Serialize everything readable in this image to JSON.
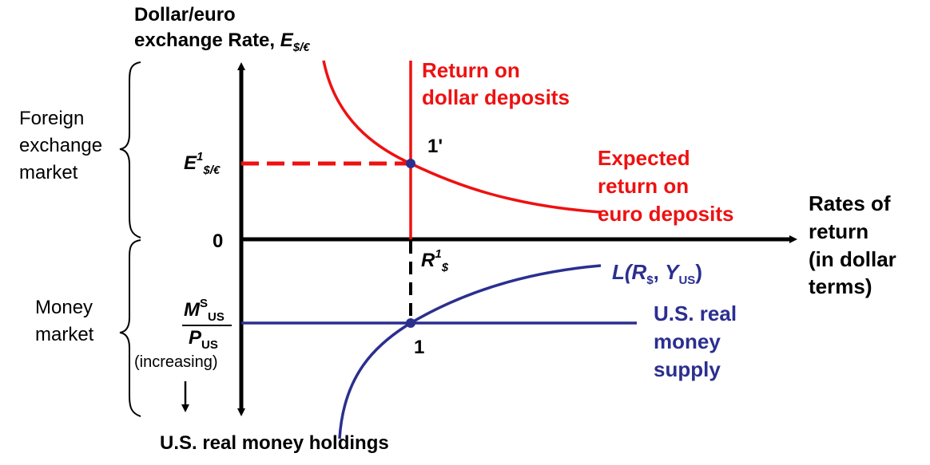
{
  "y_axis": {
    "title_line1": "Dollar/euro",
    "title_line2": "exchange Rate, ",
    "title_symbol": "E",
    "title_symbol_sub": "$/€"
  },
  "x_axis": {
    "line1": "Rates of",
    "line2": "return",
    "line3": "(in dollar",
    "line4": "terms)"
  },
  "bottom_axis_label": "U.S. real money holdings",
  "origin": "0",
  "sections": {
    "fx_line1": "Foreign",
    "fx_line2": "exchange",
    "fx_line3": "market",
    "mm_line1": "Money",
    "mm_line2": "market"
  },
  "curves": {
    "dollar_return_line1": "Return on",
    "dollar_return_line2": "dollar deposits",
    "euro_return_line1": "Expected",
    "euro_return_line2": "return on",
    "euro_return_line3": "euro deposits",
    "money_demand": {
      "L": "L(",
      "R": "R",
      "R_sub": "$",
      "comma": ", ",
      "Y": "Y",
      "Y_sub": "US",
      "close": ")"
    },
    "money_supply_line1": "U.S. real",
    "money_supply_line2": "money",
    "money_supply_line3": "supply"
  },
  "points": {
    "fx_equilibrium": "1'",
    "mm_equilibrium": "1"
  },
  "tick_labels": {
    "E_sym": "E",
    "E_sup": "1",
    "E_sub": "$/€",
    "R_sym": "R",
    "R_sup": "1",
    "R_sub": "$",
    "M_sym": "M",
    "M_sup": "S",
    "M_sub": "US",
    "P_sym": "P",
    "P_sub": "US",
    "increasing": "(increasing)"
  },
  "colors": {
    "foreign_exchange": "#ee1111",
    "money_market": "#2b2f8f",
    "axes": "#000000"
  },
  "icons": {
    "arrow_down": "arrow-down-icon",
    "brace": "curly-brace-icon"
  }
}
